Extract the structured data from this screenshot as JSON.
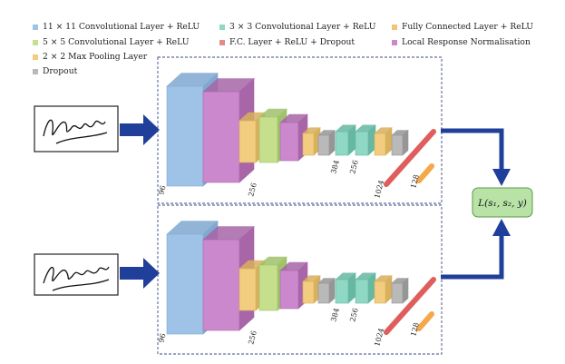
{
  "legend": [
    {
      "label": "11 × 11 Convolutional Layer + ReLU",
      "color": "#9ec3e6"
    },
    {
      "label": "3 × 3 Convolutional Layer + ReLU",
      "color": "#8fd8c4"
    },
    {
      "label": "Fully Connected Layer + ReLU",
      "color": "#f5c27a"
    },
    {
      "label": "5 × 5 Convolutional Layer + ReLU",
      "color": "#c5df8d"
    },
    {
      "label": "F.C. Layer + ReLU + Dropout",
      "color": "#e68a8a"
    },
    {
      "label": "Local Response Normalisation",
      "color": "#cc88cc"
    },
    {
      "label": "2 × 2 Max Pooling Layer",
      "color": "#f2cd7f"
    },
    {
      "label": "Dropout",
      "color": "#b9b9b9"
    }
  ],
  "branches": [
    {
      "labels": {
        "l96": "96",
        "l256a": "256",
        "l384": "384",
        "l256b": "256",
        "l1024": "1024",
        "l128": "128"
      }
    },
    {
      "labels": {
        "l96": "96",
        "l256a": "256",
        "l384": "384",
        "l256b": "256",
        "l1024": "1024",
        "l128": "128"
      }
    }
  ],
  "loss": {
    "label": "L(s₁, s₂, y)"
  },
  "colors": {
    "conv11": "#9ec3e6",
    "conv11_side": "#7fa9d1",
    "lrn": "#cc88cc",
    "lrn_side": "#a866a8",
    "pool": "#f2cd7f",
    "pool_side": "#d9b05c",
    "conv5": "#c5df8d",
    "conv5_side": "#9fc26a",
    "conv3": "#8fd8c4",
    "conv3_side": "#66b8a2",
    "dropout": "#b9b9b9",
    "dropout_side": "#969696",
    "fcdrop": "#e05d5d",
    "fc": "#f5a84a",
    "arrow": "#1f3f9a",
    "loss_fill": "#b9e2a6",
    "loss_border": "#5a9a4a"
  }
}
